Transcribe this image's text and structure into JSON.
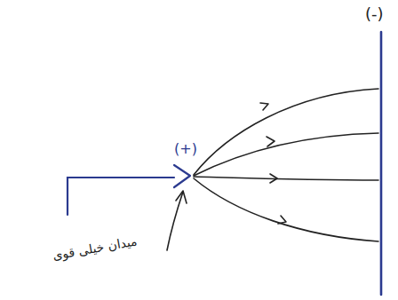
{
  "diagram": {
    "labels": [
      "(+)",
      "(-)",
      "میدان خیلی قوی"
    ]
  }
}
